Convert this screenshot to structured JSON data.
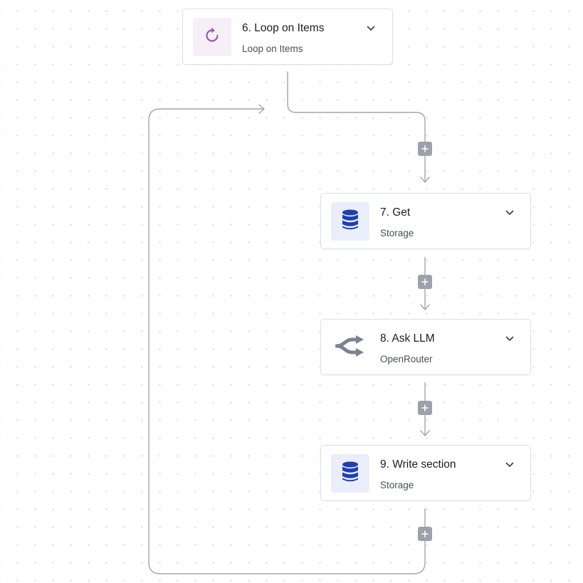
{
  "steps": [
    {
      "title": "6. Loop on Items",
      "subtitle": "Loop on Items",
      "icon": "loop-icon",
      "icon_color": "#9b5ab3",
      "icon_bg": "#f6eff8"
    },
    {
      "title": "7. Get",
      "subtitle": "Storage",
      "icon": "database-icon",
      "icon_color": "#1f3fb0",
      "icon_bg": "#e9eefa"
    },
    {
      "title": "8. Ask LLM",
      "subtitle": "OpenRouter",
      "icon": "openrouter-icon",
      "icon_color": "#7a8392",
      "icon_bg": "#ffffff"
    },
    {
      "title": "9. Write section",
      "subtitle": "Storage",
      "icon": "database-icon",
      "icon_color": "#1f3fb0",
      "icon_bg": "#e9eefa"
    }
  ],
  "add_button": {
    "label": "+",
    "icon": "plus-icon"
  },
  "colors": {
    "wire": "#a3a6ad",
    "dot": "#d6d8dd",
    "card_border": "#dcdfe4",
    "add_button_bg": "#9da1ab"
  }
}
